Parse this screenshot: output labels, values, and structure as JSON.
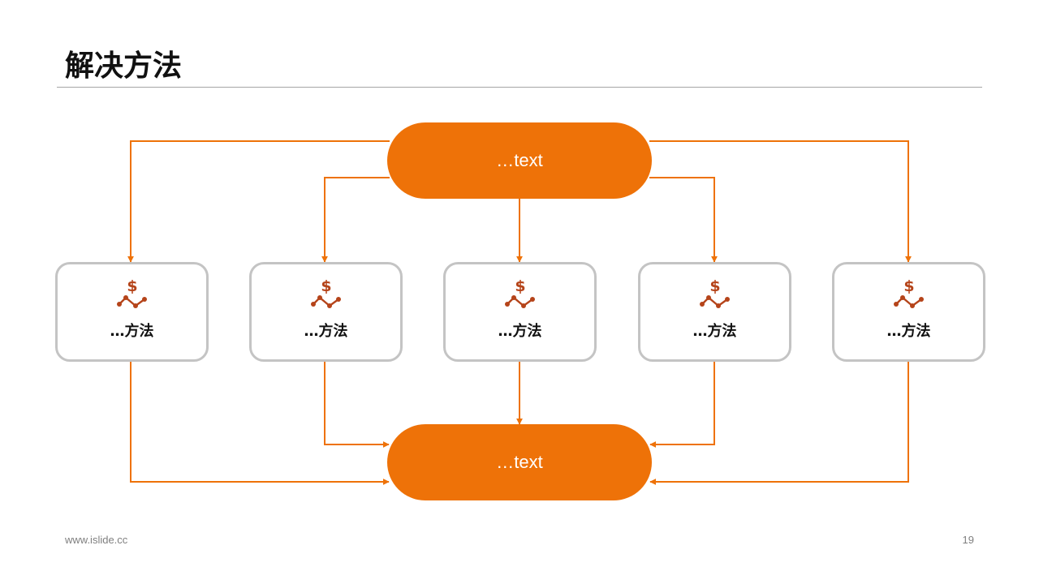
{
  "title": "解决方法",
  "top_node": {
    "label": "…text"
  },
  "bottom_node": {
    "label": "…text"
  },
  "cards": [
    {
      "label": "…方法",
      "icon": "dollar-trend-icon"
    },
    {
      "label": "…方法",
      "icon": "dollar-trend-icon"
    },
    {
      "label": "…方法",
      "icon": "dollar-trend-icon"
    },
    {
      "label": "…方法",
      "icon": "dollar-trend-icon"
    },
    {
      "label": "…方法",
      "icon": "dollar-trend-icon"
    }
  ],
  "footer": {
    "url": "www.islide.cc",
    "page_number": "19"
  },
  "colors": {
    "accent": "#EE7208",
    "icon": "#B5441A",
    "card_border": "#C4C4C4",
    "rule": "#A6A6A6"
  }
}
